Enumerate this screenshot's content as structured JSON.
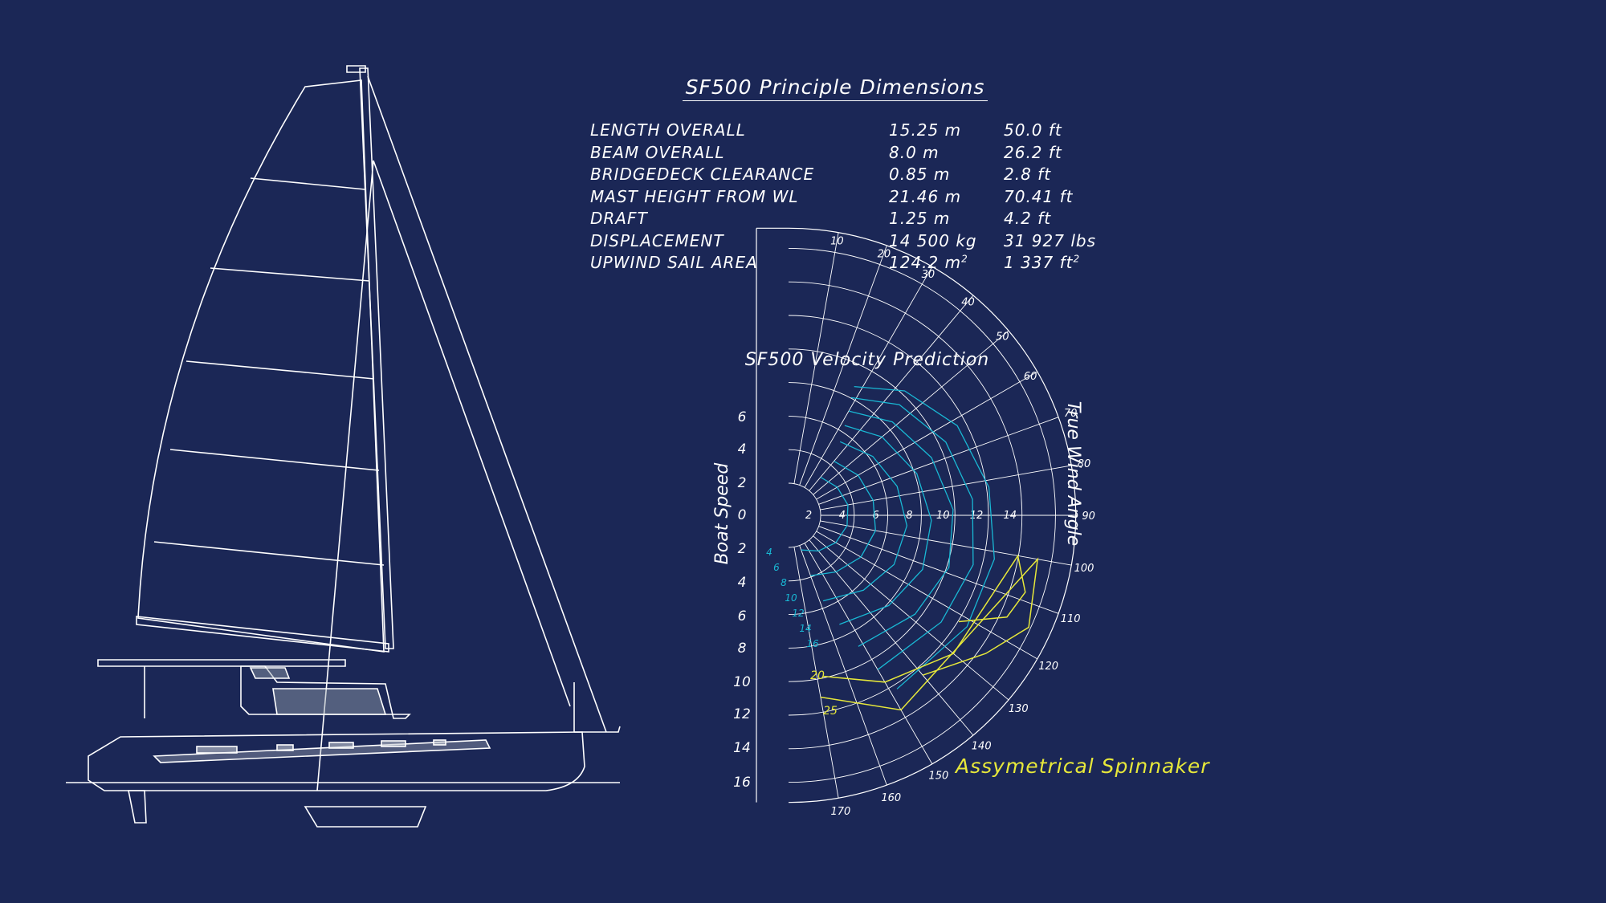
{
  "dimensions": {
    "title": "SF500 Principle Dimensions",
    "rows": [
      {
        "label": "LENGTH OVERALL",
        "metric": "15.25 m",
        "imperial": "50.0 ft"
      },
      {
        "label": "BEAM OVERALL",
        "metric": "8.0 m",
        "imperial": "26.2 ft"
      },
      {
        "label": "BRIDGEDECK CLEARANCE",
        "metric": "0.85 m",
        "imperial": "2.8 ft"
      },
      {
        "label": "MAST HEIGHT FROM WL",
        "metric": "21.46 m",
        "imperial": "70.41 ft"
      },
      {
        "label": "DRAFT",
        "metric": "1.25 m",
        "imperial": "4.2 ft"
      },
      {
        "label": "DISPLACEMENT",
        "metric": "14 500 kg",
        "imperial": "31 927 lbs"
      },
      {
        "label": "UPWIND SAIL AREA",
        "metric": "124.2 m",
        "metric_sup": "2",
        "imperial": "1 337 ft",
        "imperial_sup": "2"
      }
    ]
  },
  "vpp": {
    "title": "SF500 Velocity Prediction",
    "y_axis_label": "Boat Speed",
    "angle_axis_label": "True Wind Angle",
    "spinnaker_label": "Assymetrical Spinnaker",
    "radial_labels_top": [
      "6",
      "4",
      "2",
      "0"
    ],
    "radial_labels_bottom": [
      "2",
      "4",
      "6",
      "8",
      "10",
      "12",
      "14",
      "16"
    ],
    "center_radial_labels": [
      "2",
      "4",
      "6",
      "8",
      "10",
      "12",
      "14"
    ],
    "angle_labels": [
      "10",
      "20",
      "30",
      "40",
      "50",
      "60",
      "70",
      "80",
      "90",
      "100",
      "110",
      "120",
      "130",
      "140",
      "150",
      "160",
      "170"
    ],
    "wind_speed_labels": [
      "4",
      "6",
      "8",
      "10",
      "12",
      "14",
      "16"
    ],
    "spinnaker_wind_labels": [
      "20",
      "25"
    ],
    "colors": {
      "background": "#1b2756",
      "grid": "#ffffff",
      "curves": "#19b8d4",
      "spinnaker": "#e7e83a"
    }
  }
}
